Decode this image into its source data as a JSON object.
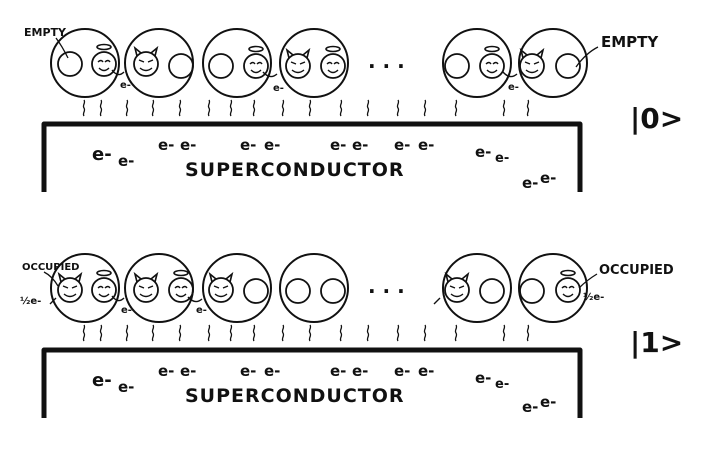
{
  "panels": [
    {
      "id": "ground",
      "substrate_label": "SUPERCONDUCTOR",
      "ket": "|0>",
      "left_callout": "EMPTY",
      "right_callout": "EMPTY",
      "ellipsis": ". . .",
      "electron_labels": [
        "e-",
        "e-",
        "e-",
        "e-",
        "e-",
        "e-",
        "e-",
        "e-",
        "e-",
        "e-",
        "e-",
        "e-",
        "e-",
        "e-"
      ],
      "bond_electrons": [
        "e-",
        "e-",
        "e-"
      ],
      "half_electrons": []
    },
    {
      "id": "excited",
      "substrate_label": "SUPERCONDUCTOR",
      "ket": "|1>",
      "left_callout": "OCCUPIED",
      "right_callout": "OCCUPIED",
      "ellipsis": ". . .",
      "electron_labels": [
        "e-",
        "e-",
        "e-",
        "e-",
        "e-",
        "e-",
        "e-",
        "e-",
        "e-",
        "e-",
        "e-",
        "e-",
        "e-",
        "e-"
      ],
      "bond_electrons": [
        "e-",
        "e-"
      ],
      "half_electrons": [
        "½e-",
        "½e-"
      ]
    }
  ],
  "colors": {
    "ink": "#111111",
    "background": "#ffffff"
  }
}
